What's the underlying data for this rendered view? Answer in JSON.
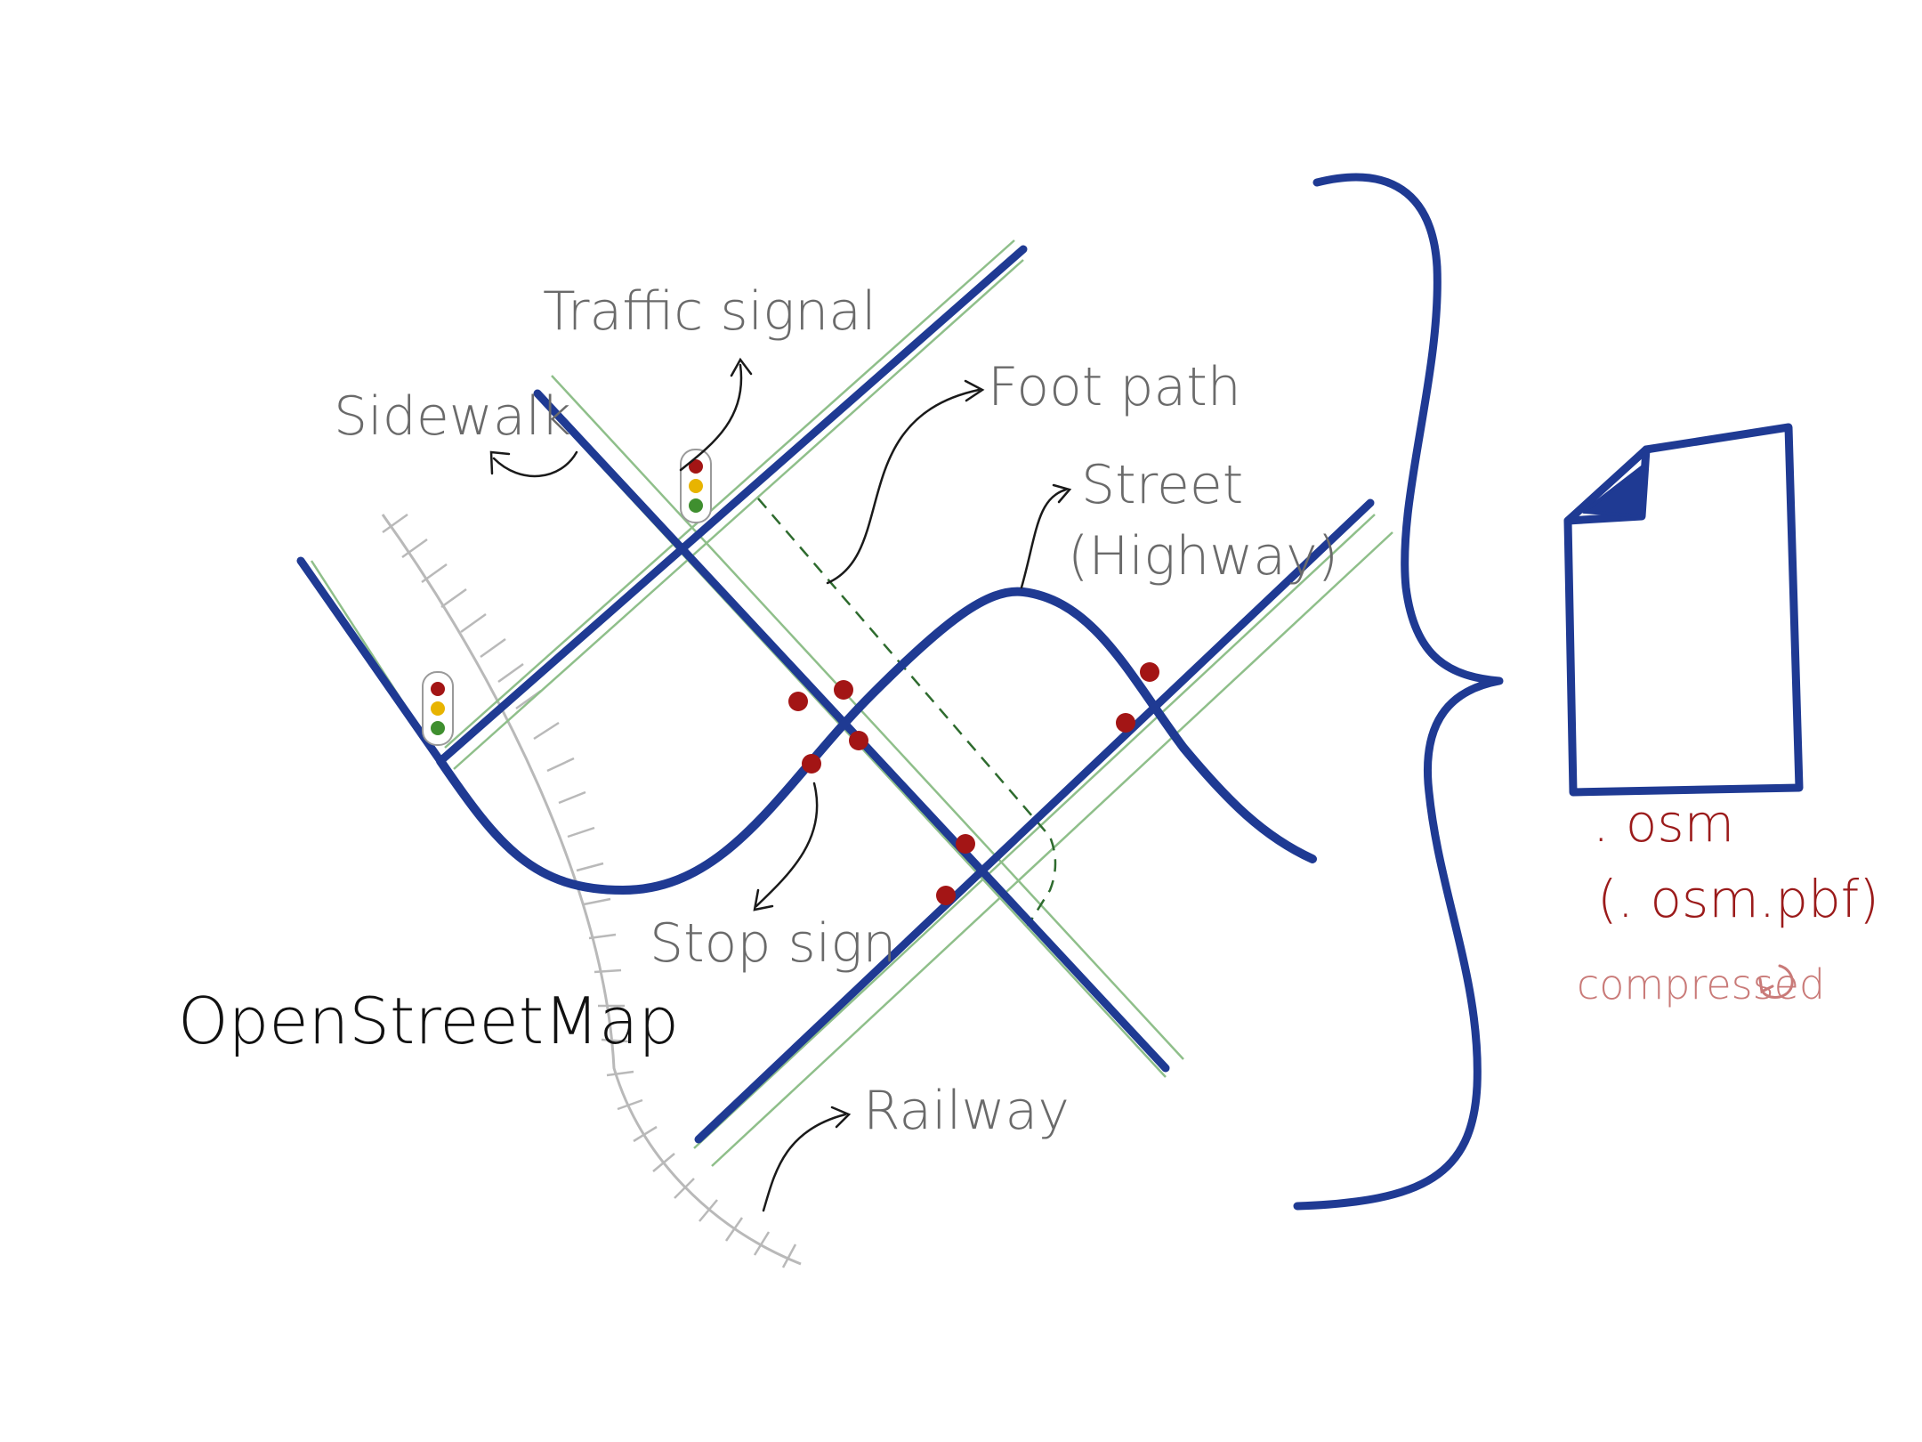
{
  "labels": {
    "traffic_signal": "Traffic signal",
    "sidewalk": "Sidewalk",
    "foot_path": "Foot path",
    "street": "Street",
    "highway": "(Highway)",
    "stop_sign": "Stop sign",
    "railway": "Railway",
    "openstreetmap": "OpenStreetMap",
    "osm": ". osm",
    "osm_pbf": "(. osm.pbf)",
    "compressed": "compressed"
  },
  "icons": {
    "traffic_light": "traffic-light-icon",
    "stop_sign": "stop-sign-dot-icon",
    "file": "document-file-icon",
    "brace": "curly-brace-icon"
  },
  "colors": {
    "road": "#1f3a93",
    "sidewalk": "#8fbf8a",
    "footpath": "#2e6b2e",
    "railway": "#b9b9b9",
    "stop": "#a31515",
    "light_red": "#a31515",
    "light_yellow": "#e8b400",
    "light_green": "#3f8f2f",
    "annotation": "#6a6a6a",
    "file_label": "#9b1b1b",
    "compressed_label": "#c97a78"
  }
}
